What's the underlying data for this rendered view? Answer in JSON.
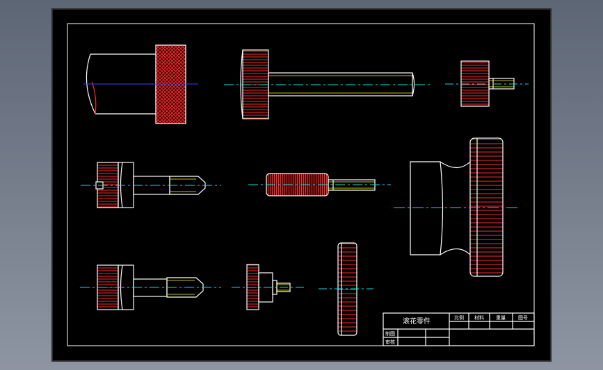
{
  "drawing": {
    "background_color": "#000000",
    "line_color": "#ffffff",
    "knurl_color": "#ff2a2a",
    "centerline_color": "#00e5e5",
    "thread_color": "#ffff00",
    "secondary_centerline_color": "#3a3aff"
  },
  "title_block": {
    "title": "滚花零件",
    "col_scale": "比例",
    "col_material": "材料",
    "col_weight": "重量",
    "col_sheet": "图号",
    "drawn_by": "制图",
    "reviewed_by": "审核"
  },
  "parts": [
    {
      "name": "knurled-shaft-section"
    },
    {
      "name": "knurled-head-long-pin"
    },
    {
      "name": "small-knurled-stub"
    },
    {
      "name": "knurled-head-tapered-pin"
    },
    {
      "name": "knurled-sleeve"
    },
    {
      "name": "large-knurled-wheel"
    },
    {
      "name": "knurled-head-pin-2"
    },
    {
      "name": "small-knurled-knob"
    },
    {
      "name": "thin-knurled-disc"
    }
  ]
}
